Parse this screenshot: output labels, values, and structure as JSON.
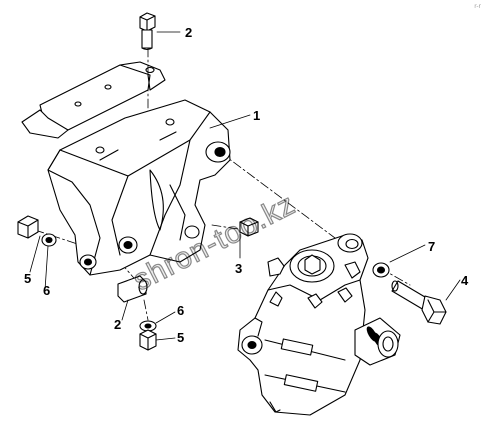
{
  "diagram": {
    "callouts": [
      {
        "id": "label-bolt-top",
        "text": "2"
      },
      {
        "id": "label-bracket",
        "text": "1"
      },
      {
        "id": "label-stud",
        "text": "3"
      },
      {
        "id": "label-washer-right",
        "text": "7"
      },
      {
        "id": "label-bolt-right",
        "text": "4"
      },
      {
        "id": "label-nut-left",
        "text": "5"
      },
      {
        "id": "label-washer-left",
        "text": "6"
      },
      {
        "id": "label-bolt-bottom",
        "text": "2"
      },
      {
        "id": "label-washer-bottom",
        "text": "6"
      },
      {
        "id": "label-nut-bottom",
        "text": "5"
      }
    ],
    "watermark": "shron-too.kz",
    "corner_mark": "r-r"
  },
  "colors": {
    "line": "#000000",
    "paper": "#ffffff"
  }
}
